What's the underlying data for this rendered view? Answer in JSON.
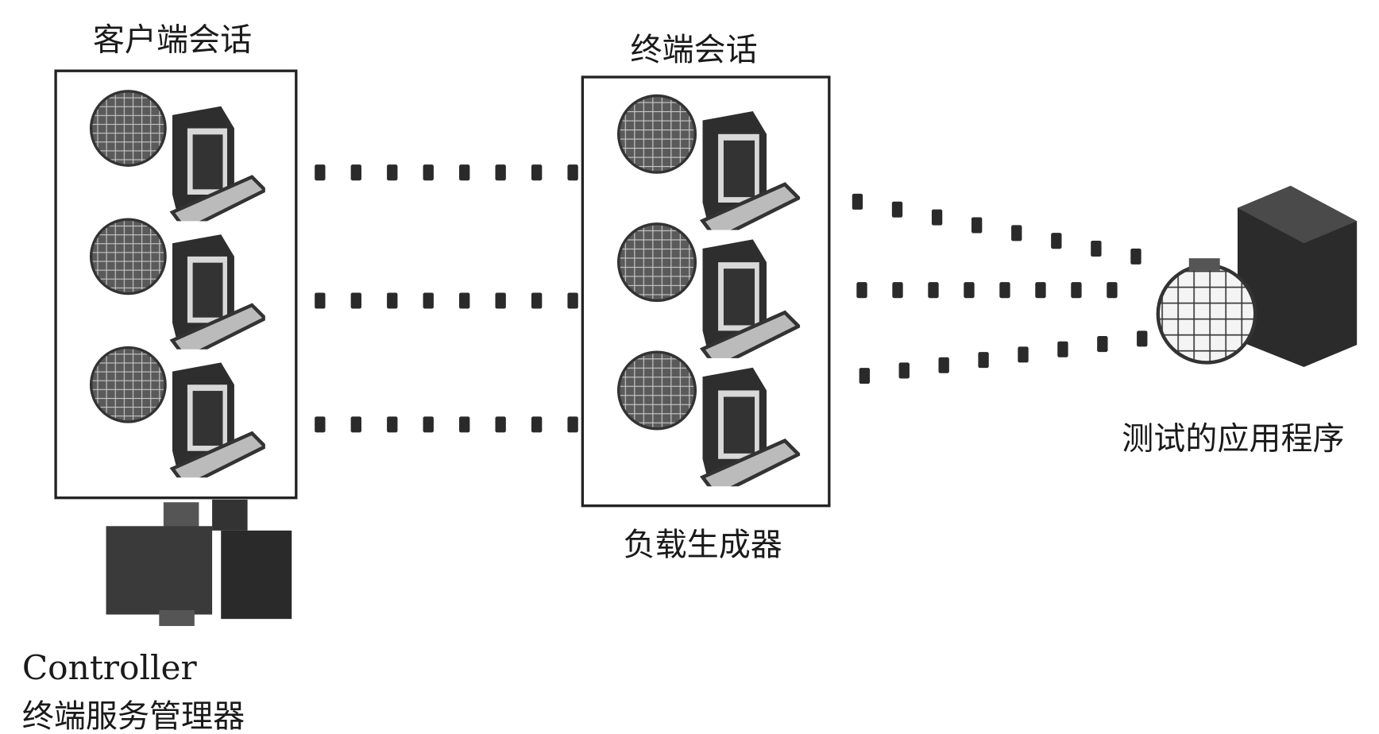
{
  "labels": {
    "client_sessions": "客户端会话",
    "terminal_sessions": "终端会话",
    "load_generator": "负载生成器",
    "app_under_test": "测试的应用程序",
    "controller": "Controller",
    "terminal_service_manager": "终端服务管理器"
  },
  "colors": {
    "ink": "#1a1a1a",
    "dark": "#2a2a2a",
    "mid": "#555555",
    "light": "#bdbdbd"
  },
  "dots_per_link": 8
}
